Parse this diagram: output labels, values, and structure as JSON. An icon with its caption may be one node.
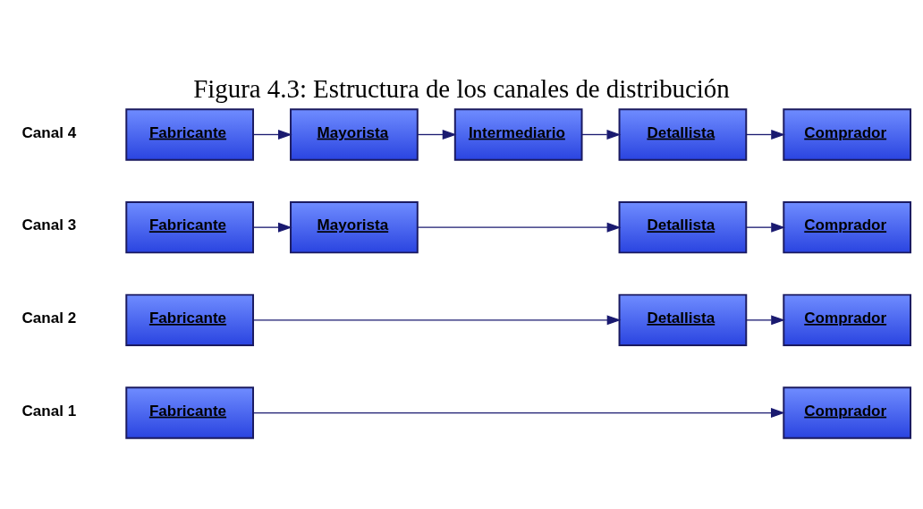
{
  "diagram": {
    "title": "Figura 4.3: Estructura de los canales de distribución",
    "nodes": [
      {
        "text": [
          "Fabricante"
        ]
      },
      {
        "text": [
          "Comprador"
        ]
      },
      {
        "text": [
          "Fabricante"
        ]
      },
      {
        "text": [
          "Detallista"
        ]
      },
      {
        "text": [
          "Comprador"
        ]
      },
      {
        "text": [
          "Fabricante"
        ]
      },
      {
        "text": [
          "Mayorista"
        ]
      },
      {
        "text": [
          "Detallista"
        ]
      },
      {
        "text": [
          "Comprador"
        ]
      },
      {
        "text": [
          "Fabricante"
        ]
      },
      {
        "text": [
          "Mayorista"
        ]
      },
      {
        "text": [
          "Intermediario"
        ]
      },
      {
        "text": [
          "Detallista"
        ]
      },
      {
        "text": [
          "Comprador"
        ]
      }
    ],
    "edges": [
      {
        "from": 0,
        "to": 1,
        "arrow": "to"
      },
      {
        "from": 2,
        "to": 3,
        "arrow": "to"
      },
      {
        "from": 3,
        "to": 4,
        "arrow": "to"
      },
      {
        "from": 5,
        "to": 6,
        "arrow": "to"
      },
      {
        "from": 6,
        "to": 7,
        "arrow": "to"
      },
      {
        "from": 7,
        "to": 8,
        "arrow": "to"
      },
      {
        "from": 9,
        "to": 10,
        "arrow": "to"
      },
      {
        "from": 10,
        "to": 11,
        "arrow": "to"
      },
      {
        "from": 11,
        "to": 12,
        "arrow": "to"
      },
      {
        "from": 12,
        "to": 13,
        "arrow": "to"
      }
    ],
    "labels": [
      "Canal 1",
      "Canal 2",
      "Canal 3",
      "Canal 4"
    ]
  }
}
